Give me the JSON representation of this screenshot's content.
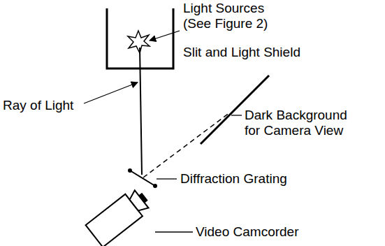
{
  "diagram": {
    "labels": [
      "Light Sources (See Figure 2)",
      "Slit and Light Shield",
      "Ray of Light",
      "Dark Background for Camera View",
      "Diffraction Grating",
      "Video Camcorder"
    ]
  }
}
